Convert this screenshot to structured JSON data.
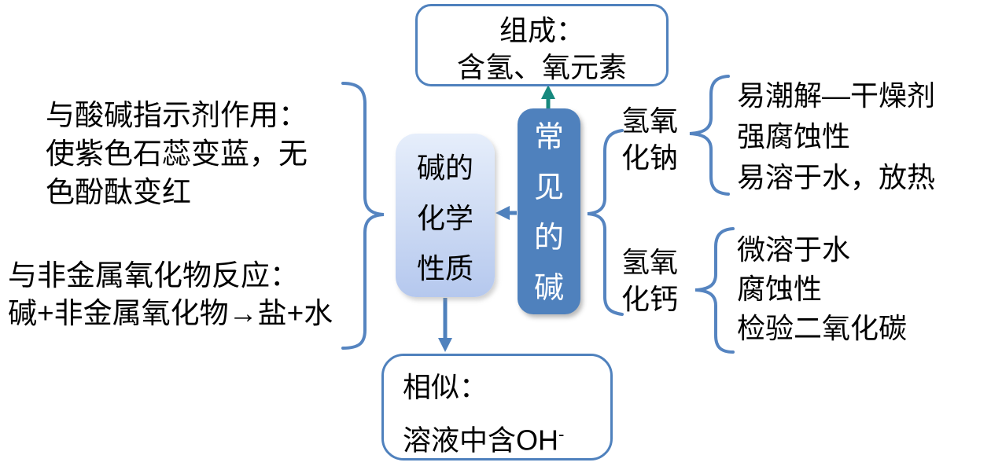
{
  "diagram_title": "常见的碱",
  "colors": {
    "primary_blue": "#4f81bd",
    "brace_blue": "#5584c0",
    "teal_arrow": "#17897e",
    "light_box_top": "#e6eefb",
    "light_box_bottom": "#b5c8ee",
    "text": "#000000",
    "center_text": "#ffffff"
  },
  "center_node": {
    "label": "常见的碱",
    "chars": [
      "常",
      "见",
      "的",
      "碱"
    ]
  },
  "top_node": {
    "lines": [
      "组成：",
      "含氢、氧元素"
    ]
  },
  "properties_node": {
    "label": "碱的化学性质",
    "lines": [
      "碱的",
      "化学",
      "性质"
    ]
  },
  "similarity_node": {
    "title": "相似：",
    "body": "溶液中含OH",
    "body_sup": "-"
  },
  "property_notes": [
    {
      "lines": [
        "与酸碱指示剂作用：",
        "使紫色石蕊变蓝，无",
        "色酚酞变红"
      ]
    },
    {
      "lines": [
        "与非金属氧化物反应：",
        "碱+非金属氧化物→盐+水"
      ]
    }
  ],
  "bases": [
    {
      "name": "氢氧化钠",
      "name_lines": [
        "氢氧",
        "化钠"
      ],
      "properties": [
        "易潮解—干燥剂",
        "强腐蚀性",
        "易溶于水，放热"
      ]
    },
    {
      "name": "氢氧化钙",
      "name_lines": [
        "氢氧",
        "化钙"
      ],
      "properties": [
        "微溶于水",
        "腐蚀性",
        "检验二氧化碳"
      ]
    }
  ]
}
